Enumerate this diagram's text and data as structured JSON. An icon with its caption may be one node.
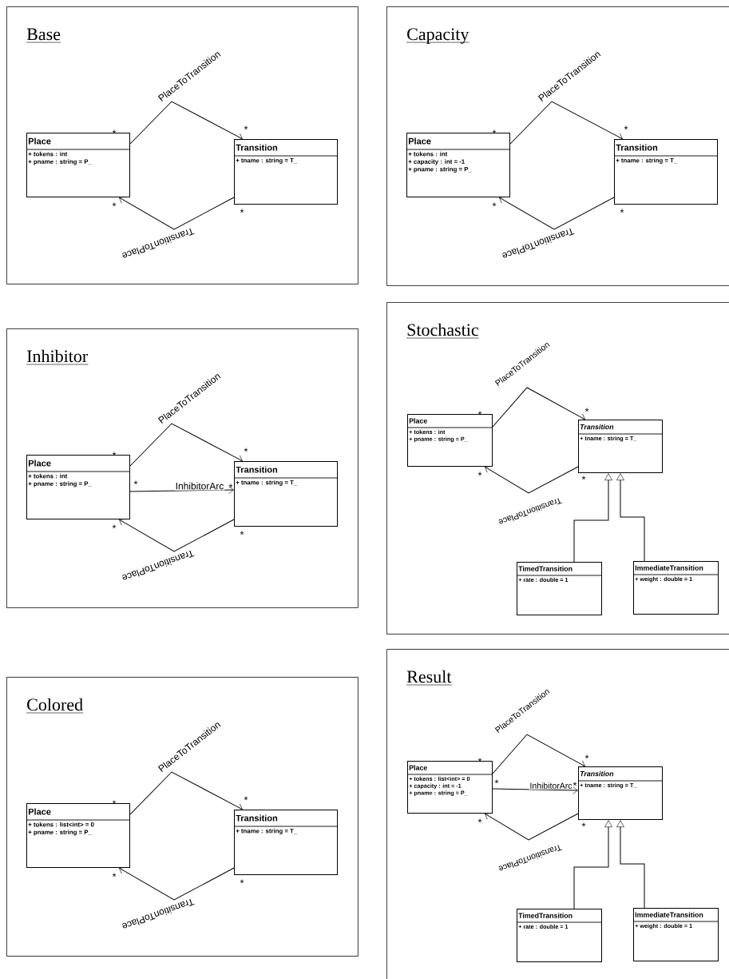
{
  "diagram": {
    "nodes": [
      {
        "text": [
          "Base"
        ]
      },
      {
        "text": [
          "Place",
          "+ tokens : int",
          "+ pname : string = P_"
        ],
        "in": 0
      },
      {
        "text": [
          "Transition",
          "+ tname : string = T_"
        ],
        "in": 0
      },
      {
        "text": [
          "Capacity"
        ]
      },
      {
        "text": [
          "Place",
          "+ tokens : int",
          "+ capacity : int = -1",
          "+ pname : string = P_"
        ],
        "in": 3
      },
      {
        "text": [
          "Transition",
          "+ tname : string = T_"
        ],
        "in": 3
      },
      {
        "text": [
          "Inhibitor"
        ]
      },
      {
        "text": [
          "Place",
          "+ tokens : int",
          "+ pname : string = P_"
        ],
        "in": 6
      },
      {
        "text": [
          "Transition",
          "+ tname : string = T_"
        ],
        "in": 6
      },
      {
        "text": [
          "Stochastic"
        ]
      },
      {
        "text": [
          "Place",
          "+ tokens : int",
          "+ pname : string = P_"
        ],
        "in": 9
      },
      {
        "text": [
          "Transition",
          "+ tname : string = T_"
        ],
        "in": 9
      },
      {
        "text": [
          "TimedTransition",
          "+ rate : double = 1"
        ],
        "in": 9
      },
      {
        "text": [
          "ImmediateTransition",
          "+ weight : double = 1"
        ],
        "in": 9
      },
      {
        "text": [
          "Colored"
        ]
      },
      {
        "text": [
          "Place",
          "+ tokens : list<int> = 0",
          "+ pname : string = P_"
        ],
        "in": 14
      },
      {
        "text": [
          "Transition",
          "+ tname : string = T_"
        ],
        "in": 14
      },
      {
        "text": [
          "Result"
        ]
      },
      {
        "text": [
          "Place",
          "+ tokens : list<int> = 0",
          "+ capacity : int = -1",
          "+ pname : string = P_"
        ],
        "in": 17
      },
      {
        "text": [
          "Transition",
          "+ tname : string = T_"
        ],
        "in": 17
      },
      {
        "text": [
          "TimedTransition",
          "+ rate : double = 1"
        ],
        "in": 17
      },
      {
        "text": [
          "ImmediateTransition",
          "+ weight : double = 1"
        ],
        "in": 17
      }
    ],
    "edges": [
      {
        "from": 1,
        "to": 2,
        "arrow": "to",
        "label": "PlaceToTransition"
      },
      {
        "from": 2,
        "to": 1,
        "arrow": "to",
        "label": "TransitionToPlace"
      },
      {
        "from": 4,
        "to": 5,
        "arrow": "to",
        "label": "PlaceToTransition"
      },
      {
        "from": 5,
        "to": 4,
        "arrow": "to",
        "label": "TransitionToPlace"
      },
      {
        "from": 7,
        "to": 8,
        "arrow": "to",
        "label": "PlaceToTransition"
      },
      {
        "from": 7,
        "to": 8,
        "arrow": "to",
        "label": "InhibitorArc"
      },
      {
        "from": 8,
        "to": 7,
        "arrow": "to",
        "label": "TransitionToPlace"
      },
      {
        "from": 10,
        "to": 11,
        "arrow": "to",
        "label": "PlaceToTransition"
      },
      {
        "from": 11,
        "to": 10,
        "arrow": "to",
        "label": "TransitionToPlace"
      },
      {
        "from": 12,
        "to": 11,
        "arrow": "to"
      },
      {
        "from": 13,
        "to": 11,
        "arrow": "to"
      },
      {
        "from": 15,
        "to": 16,
        "arrow": "to",
        "label": "PlaceToTransition"
      },
      {
        "from": 16,
        "to": 15,
        "arrow": "to",
        "label": "TransitionToPlace"
      },
      {
        "from": 18,
        "to": 19,
        "arrow": "to",
        "label": "PlaceToTransition"
      },
      {
        "from": 18,
        "to": 19,
        "arrow": "to",
        "label": "InhibitorArc"
      },
      {
        "from": 19,
        "to": 18,
        "arrow": "to",
        "label": "TransitionToPlace"
      },
      {
        "from": 20,
        "to": 19,
        "arrow": "to"
      },
      {
        "from": 21,
        "to": 19,
        "arrow": "to"
      }
    ],
    "labels": [
      "*",
      "*",
      "*",
      "*",
      "*",
      "*",
      "*",
      "*",
      "*",
      "*",
      "*",
      "*",
      "*",
      "*",
      "*",
      "*",
      "*",
      "*",
      "*",
      "*",
      "*",
      "*",
      "*",
      "*",
      "*",
      "*",
      "*",
      "*"
    ]
  }
}
